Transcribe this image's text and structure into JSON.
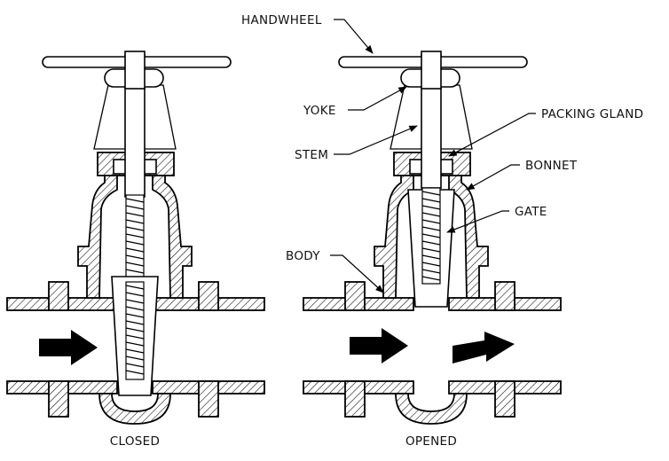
{
  "labels": {
    "handwheel": "HANDWHEEL",
    "yoke": "YOKE",
    "packing_gland": "PACKING GLAND",
    "stem": "STEM",
    "bonnet": "BONNET",
    "gate": "GATE",
    "body": "BODY"
  },
  "captions": {
    "closed": "CLOSED",
    "opened": "OPENED"
  },
  "colors": {
    "line": "#000000",
    "background": "#ffffff"
  }
}
